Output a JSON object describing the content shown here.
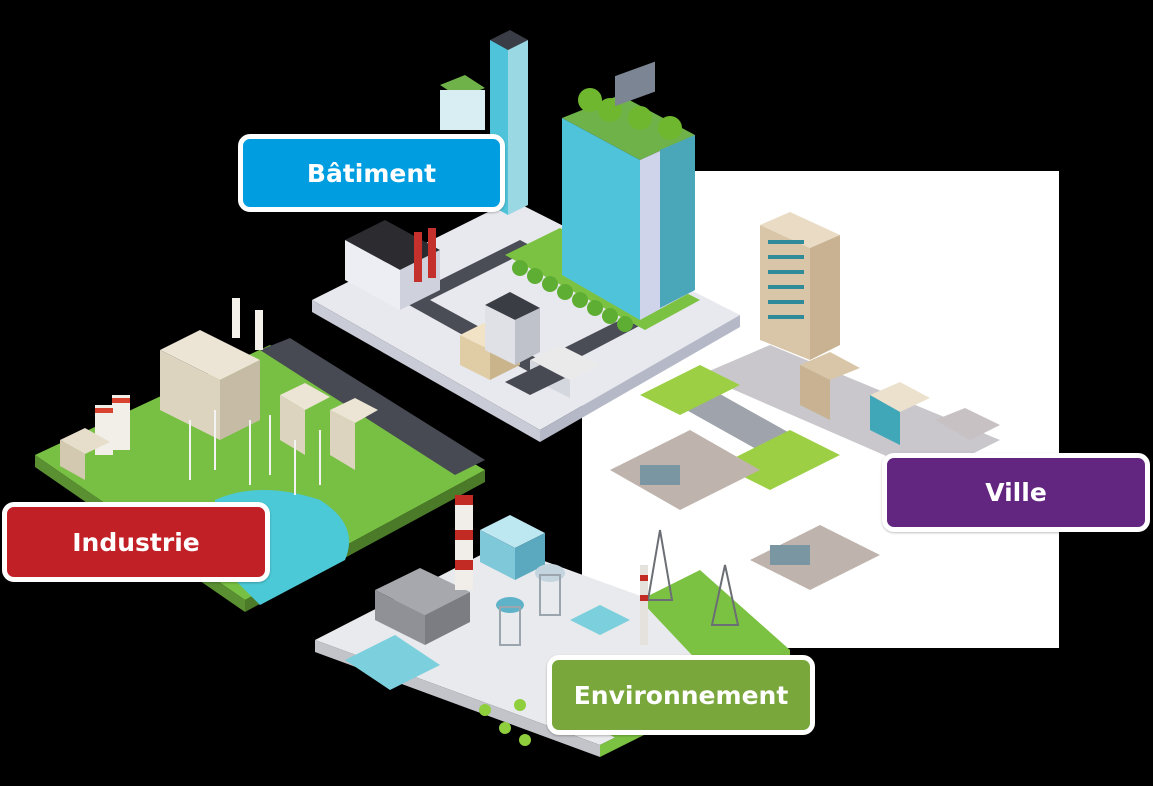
{
  "labels": {
    "batiment": {
      "text": "Bâtiment",
      "color": "#009ee0"
    },
    "industrie": {
      "text": "Industrie",
      "color": "#c12026"
    },
    "ville": {
      "text": "Ville",
      "color": "#622580"
    },
    "environnement": {
      "text": "Environnement",
      "color": "#79a73c"
    }
  },
  "colors": {
    "background": "#000000",
    "panel": "#ffffff",
    "grass": "#7cc242",
    "road": "#4a4d55",
    "platform": "#e8e9ee",
    "glass": "#4fc3d9",
    "water": "#4cc9d6"
  }
}
